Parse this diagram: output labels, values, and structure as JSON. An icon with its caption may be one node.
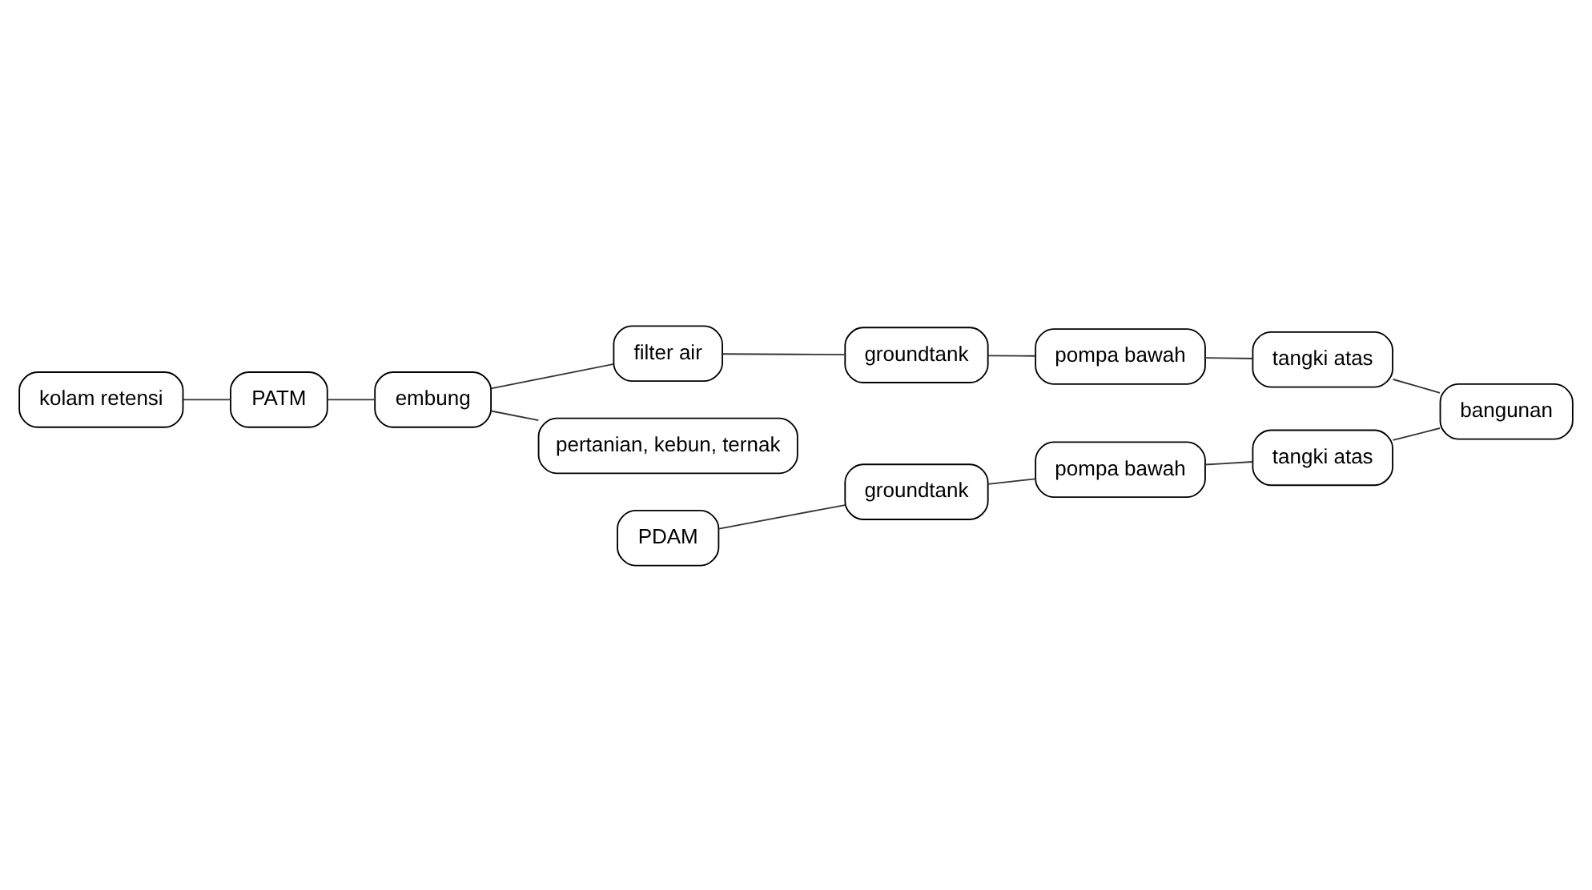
{
  "diagram": {
    "nodes": [
      {
        "text": [
          "kolam retensi"
        ]
      },
      {
        "text": [
          "PATM"
        ]
      },
      {
        "text": [
          "embung"
        ]
      },
      {
        "text": [
          "filter air"
        ]
      },
      {
        "text": [
          "pertanian, kebun, ternak"
        ]
      },
      {
        "text": [
          "groundtank"
        ]
      },
      {
        "text": [
          "pompa bawah"
        ]
      },
      {
        "text": [
          "tangki atas"
        ]
      },
      {
        "text": [
          "bangunan"
        ]
      },
      {
        "text": [
          "tangki atas"
        ]
      },
      {
        "text": [
          "pompa bawah"
        ]
      },
      {
        "text": [
          "groundtank"
        ]
      },
      {
        "text": [
          "PDAM"
        ]
      }
    ],
    "edges": [
      {
        "from": 0,
        "to": 1,
        "arrow": "none"
      },
      {
        "from": 1,
        "to": 2,
        "arrow": "none"
      },
      {
        "from": 2,
        "to": 3,
        "arrow": "none"
      },
      {
        "from": 2,
        "to": 4,
        "arrow": "none"
      },
      {
        "from": 3,
        "to": 5,
        "arrow": "none"
      },
      {
        "from": 5,
        "to": 6,
        "arrow": "none"
      },
      {
        "from": 6,
        "to": 7,
        "arrow": "none"
      },
      {
        "from": 7,
        "to": 8,
        "arrow": "none"
      },
      {
        "from": 9,
        "to": 8,
        "arrow": "none"
      },
      {
        "from": 10,
        "to": 9,
        "arrow": "none"
      },
      {
        "from": 11,
        "to": 10,
        "arrow": "none"
      },
      {
        "from": 12,
        "to": 11,
        "arrow": "none"
      }
    ]
  }
}
